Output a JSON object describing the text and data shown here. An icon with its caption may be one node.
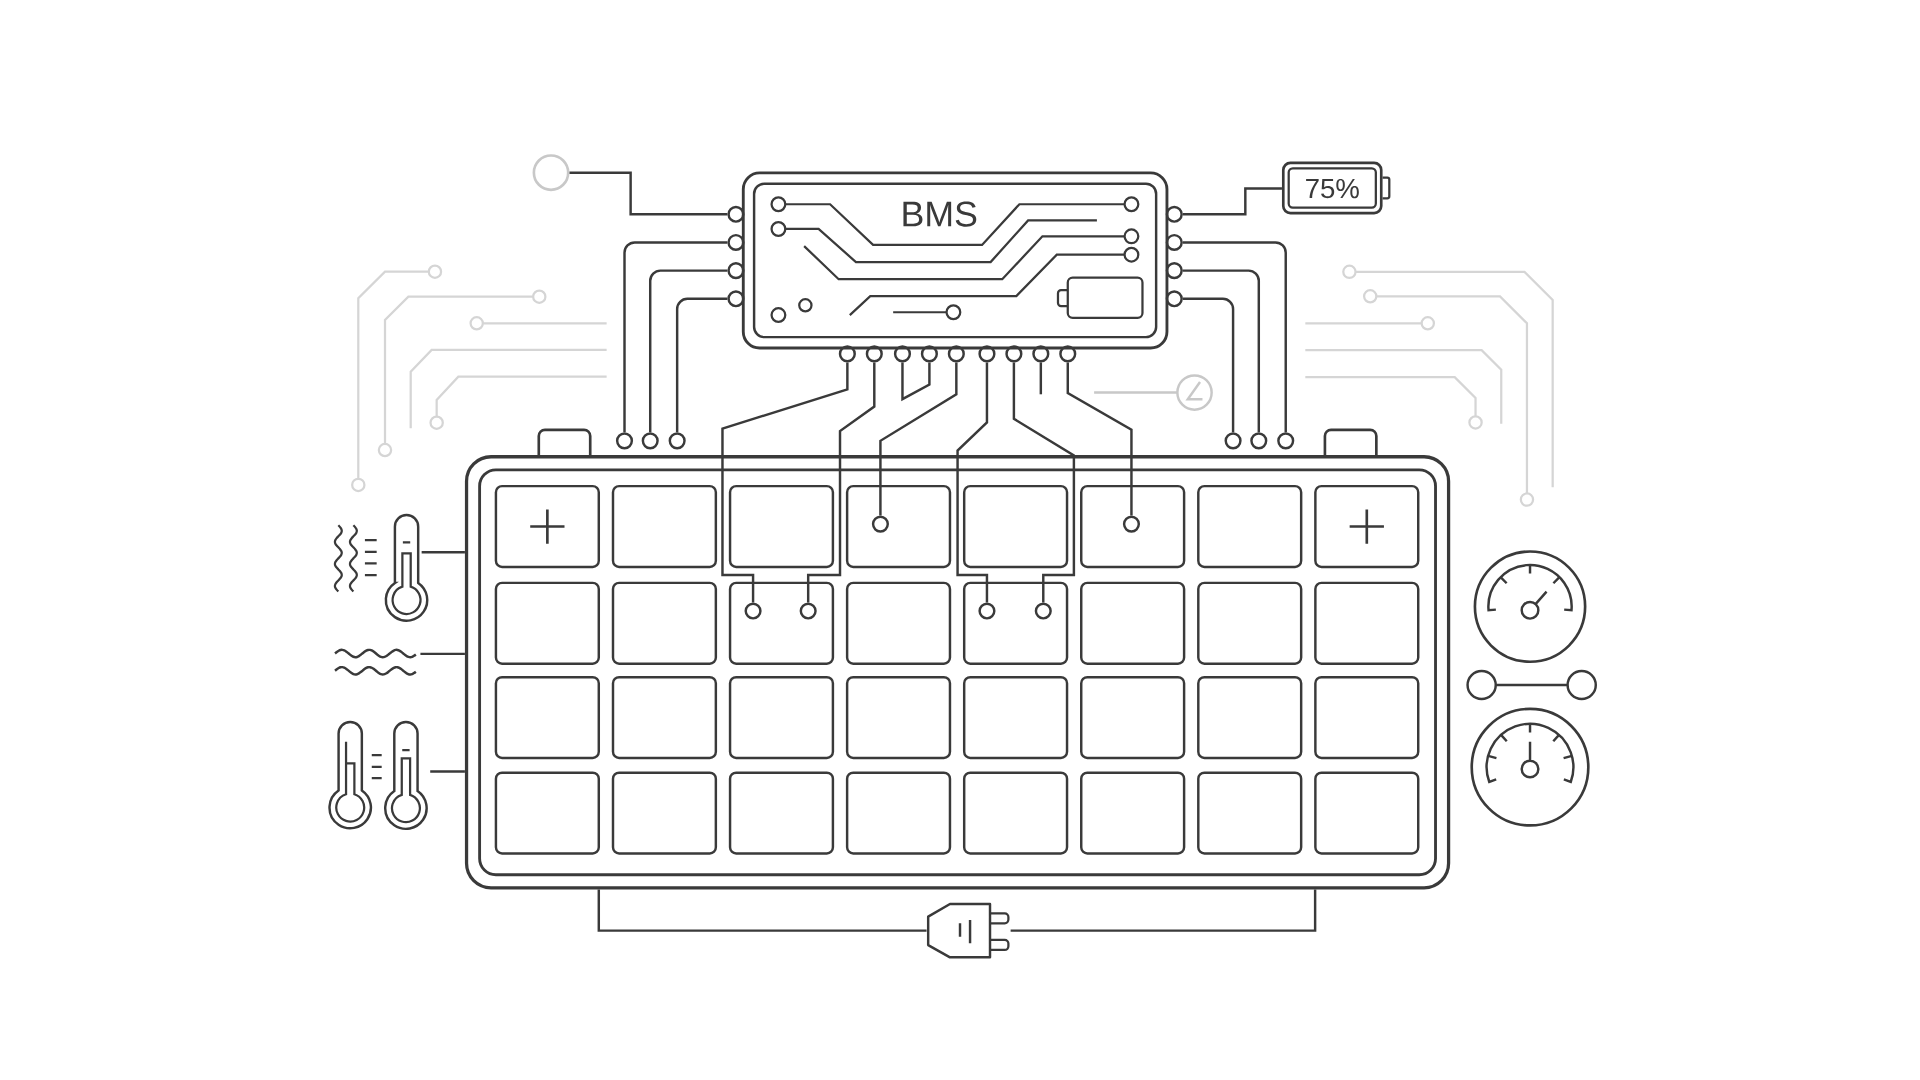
{
  "diagram": {
    "nodes": [
      {
        "text": [
          "BMS"
        ]
      },
      {
        "text": [
          "75%"
        ]
      },
      {
        "text": [],
        "shape": "circle"
      },
      {
        "text": [],
        "shape": "box"
      },
      {
        "text": [],
        "shape": "box",
        "in": 3
      },
      {
        "text": [],
        "shape": "box",
        "in": 3
      },
      {
        "text": [],
        "shape": "box",
        "in": 3
      },
      {
        "text": [],
        "shape": "box",
        "in": 3
      },
      {
        "text": [],
        "shape": "box",
        "in": 3
      },
      {
        "text": [],
        "shape": "box",
        "in": 3
      },
      {
        "text": [],
        "shape": "box",
        "in": 3
      },
      {
        "text": [],
        "shape": "box",
        "in": 3
      },
      {
        "text": [],
        "shape": "box",
        "in": 3
      },
      {
        "text": [],
        "shape": "box",
        "in": 3
      },
      {
        "text": [],
        "shape": "box",
        "in": 3
      },
      {
        "text": [],
        "shape": "box",
        "in": 3
      },
      {
        "text": [],
        "shape": "box",
        "in": 3
      },
      {
        "text": [],
        "shape": "box",
        "in": 3
      },
      {
        "text": [],
        "shape": "box",
        "in": 3
      },
      {
        "text": [],
        "shape": "box",
        "in": 3
      },
      {
        "text": [],
        "shape": "box",
        "in": 3
      },
      {
        "text": [],
        "shape": "box",
        "in": 3
      },
      {
        "text": [],
        "shape": "box",
        "in": 3
      },
      {
        "text": [],
        "shape": "box",
        "in": 3
      },
      {
        "text": [],
        "shape": "box",
        "in": 3
      },
      {
        "text": [],
        "shape": "box",
        "in": 3
      },
      {
        "text": [],
        "shape": "box",
        "in": 3
      },
      {
        "text": [],
        "shape": "box",
        "in": 3
      },
      {
        "text": [],
        "shape": "box",
        "in": 3
      },
      {
        "text": [],
        "shape": "box",
        "in": 3
      },
      {
        "text": [],
        "shape": "box",
        "in": 3
      },
      {
        "text": [],
        "shape": "box",
        "in": 3
      },
      {
        "text": [],
        "shape": "box",
        "in": 3
      },
      {
        "text": [],
        "shape": "box",
        "in": 3
      },
      {
        "text": [],
        "shape": "box",
        "in": 3
      },
      {
        "text": [],
        "shape": "box",
        "in": 3
      },
      {
        "text": [],
        "shape": "circle",
        "in": 14
      },
      {
        "text": [],
        "shape": "circle",
        "in": 14
      },
      {
        "text": [],
        "shape": "circle",
        "in": 7
      },
      {
        "text": [],
        "shape": "circle",
        "in": 16
      },
      {
        "text": [],
        "shape": "circle",
        "in": 16
      },
      {
        "text": [],
        "shape": "circle",
        "in": 9
      },
      {
        "text": [],
        "shape": "circle"
      },
      {
        "text": [],
        "shape": "circle"
      },
      {
        "text": [],
        "shape": "circle"
      },
      {
        "text": [],
        "shape": "circle"
      },
      {
        "text": [],
        "shape": "circle"
      },
      {
        "text": [],
        "shape": "circle"
      },
      {
        "text": [],
        "shape": "picture"
      },
      {
        "text": [],
        "shape": "picture"
      },
      {
        "text": [],
        "shape": "picture"
      },
      {
        "text": [],
        "shape": "picture"
      },
      {
        "text": [],
        "shape": "circle"
      },
      {
        "text": [],
        "shape": "circle"
      },
      {
        "text": [],
        "shape": "circle"
      },
      {
        "text": [],
        "shape": "circle"
      },
      {
        "text": [],
        "shape": "circle"
      },
      {
        "text": [],
        "shape": "circle"
      },
      {
        "text": [],
        "shape": "circle"
      },
      {
        "text": [],
        "shape": "circle"
      },
      {
        "text": [],
        "shape": "circle"
      },
      {
        "text": [],
        "shape": "circle"
      },
      {
        "text": [],
        "shape": "circle"
      },
      {
        "text": [],
        "shape": "circle"
      },
      {
        "text": [],
        "shape": "circle"
      },
      {
        "text": [],
        "shape": "circle"
      },
      {
        "text": [],
        "shape": "circle"
      },
      {
        "text": [],
        "shape": "circle"
      },
      {
        "text": [],
        "shape": "circle"
      }
    ],
    "edges": [
      {
        "from": 52,
        "to": 2,
        "arrow": "none"
      },
      {
        "from": 53,
        "to": 42,
        "arrow": "none"
      },
      {
        "from": 54,
        "to": 43,
        "arrow": "none"
      },
      {
        "from": 55,
        "to": 44,
        "arrow": "none"
      },
      {
        "from": 56,
        "to": 1,
        "arrow": "none"
      },
      {
        "from": 57,
        "to": 47,
        "arrow": "none"
      },
      {
        "from": 58,
        "to": 46,
        "arrow": "none"
      },
      {
        "from": 59,
        "to": 45,
        "arrow": "none"
      },
      {
        "from": 60,
        "to": 36,
        "arrow": "none"
      },
      {
        "from": 61,
        "to": 37,
        "arrow": "none"
      },
      {
        "from": 62,
        "to": 63,
        "arrow": "none"
      },
      {
        "from": 64,
        "to": 38,
        "arrow": "none"
      },
      {
        "from": 65,
        "to": 39,
        "arrow": "none"
      },
      {
        "from": 66,
        "to": 40,
        "arrow": "none"
      },
      {
        "from": 67,
        "to": null,
        "arrow": "none"
      },
      {
        "from": 68,
        "to": 41,
        "arrow": "none"
      },
      {
        "from": 48,
        "to": 3,
        "arrow": "none"
      },
      {
        "from": 49,
        "to": 3,
        "arrow": "none"
      },
      {
        "from": 50,
        "to": 3,
        "arrow": "none"
      },
      {
        "from": 51,
        "to": 3,
        "arrow": "none"
      },
      {
        "from": 51,
        "to": 3,
        "arrow": "none"
      }
    ]
  }
}
